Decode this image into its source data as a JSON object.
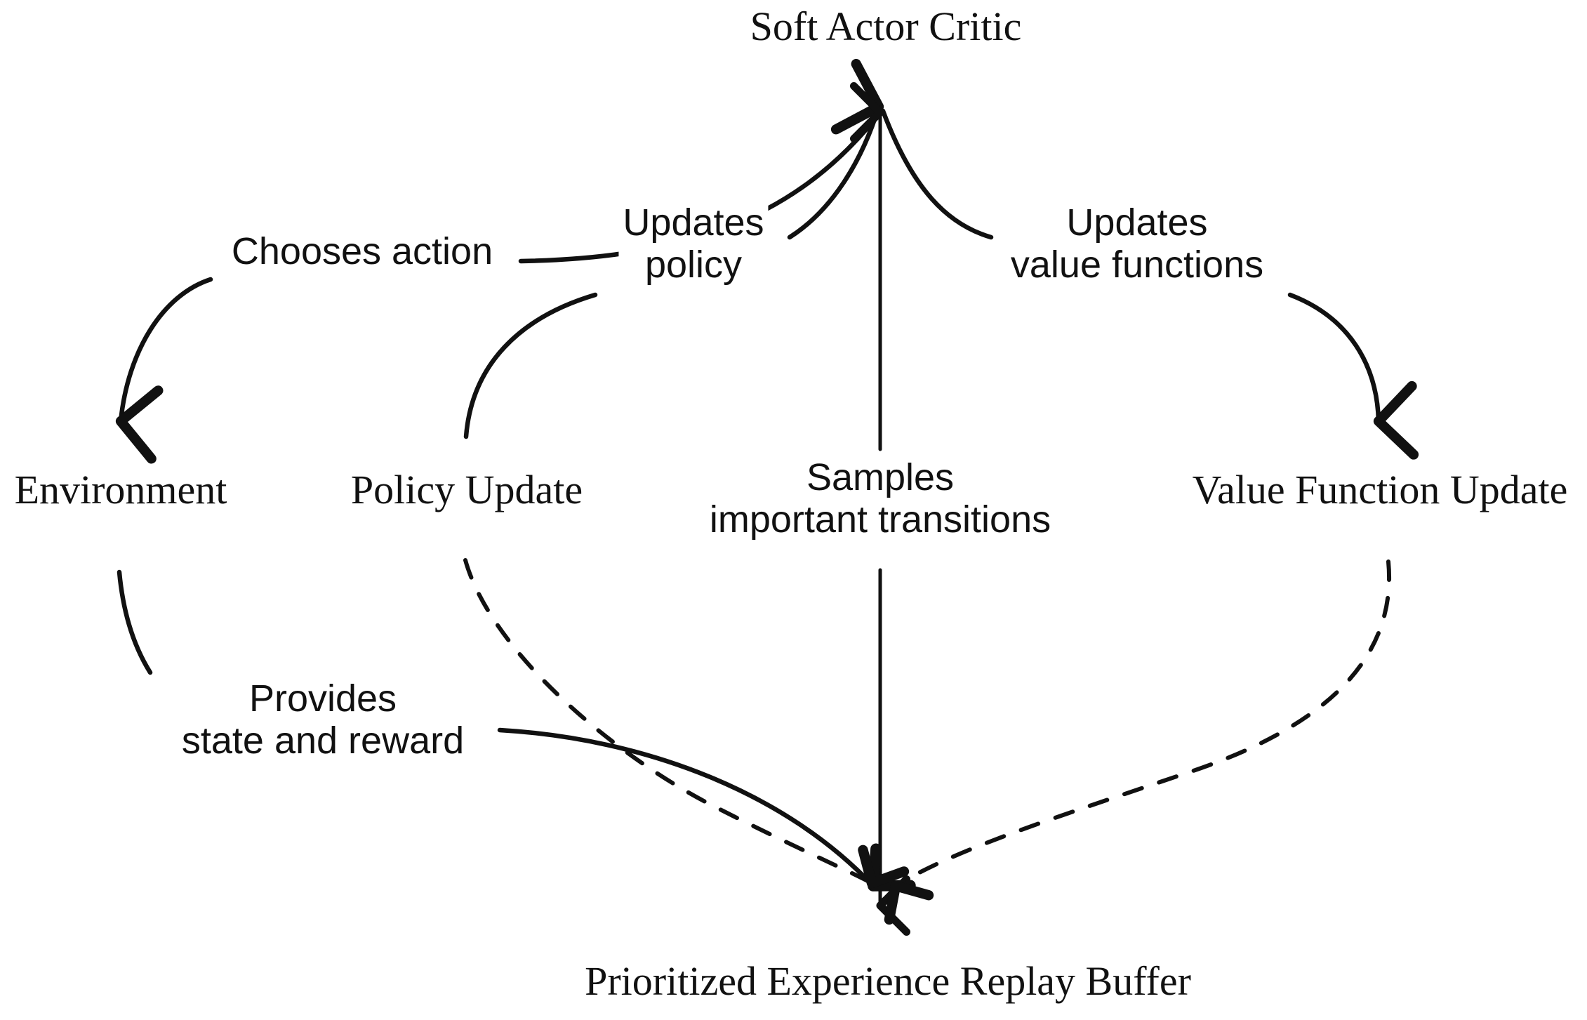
{
  "diagram": {
    "title": "Soft Actor Critic",
    "type": "flow-diagram",
    "background_color": "#ffffff",
    "stroke_color": "#111111",
    "nodes": [
      {
        "id": "sac",
        "label": "Soft Actor Critic"
      },
      {
        "id": "environment",
        "label": "Environment"
      },
      {
        "id": "policy_update",
        "label": "Policy Update"
      },
      {
        "id": "value_function_update",
        "label": "Value Function Update"
      },
      {
        "id": "replay_buffer",
        "label": "Prioritized Experience Replay Buffer"
      }
    ],
    "edges": [
      {
        "id": "chooses-action",
        "from": "sac",
        "to": "environment",
        "label_line1": "Chooses action",
        "label_line2": "",
        "style": "solid",
        "arrowhead": "end"
      },
      {
        "id": "updates-policy",
        "from": "policy_update",
        "to": "sac",
        "label_line1": "Updates",
        "label_line2": "policy",
        "style": "solid",
        "arrowhead": "end"
      },
      {
        "id": "updates-value-functions",
        "from": "sac",
        "to": "value_function_update",
        "label_line1": "Updates",
        "label_line2": "value functions",
        "style": "solid",
        "arrowhead": "end"
      },
      {
        "id": "samples-important-transitions",
        "from": "replay_buffer",
        "to": "sac",
        "label_line1": "Samples",
        "label_line2": "important transitions",
        "style": "solid",
        "arrowhead": "both"
      },
      {
        "id": "provides-state-and-reward",
        "from": "environment",
        "to": "replay_buffer",
        "label_line1": "Provides",
        "label_line2": "state and reward",
        "style": "solid",
        "arrowhead": "end"
      },
      {
        "id": "policy-update-to-buffer",
        "from": "policy_update",
        "to": "replay_buffer",
        "label_line1": "",
        "label_line2": "",
        "style": "dashed",
        "arrowhead": "end"
      },
      {
        "id": "value-function-update-to-buffer",
        "from": "value_function_update",
        "to": "replay_buffer",
        "label_line1": "",
        "label_line2": "",
        "style": "dashed",
        "arrowhead": "end"
      }
    ]
  }
}
